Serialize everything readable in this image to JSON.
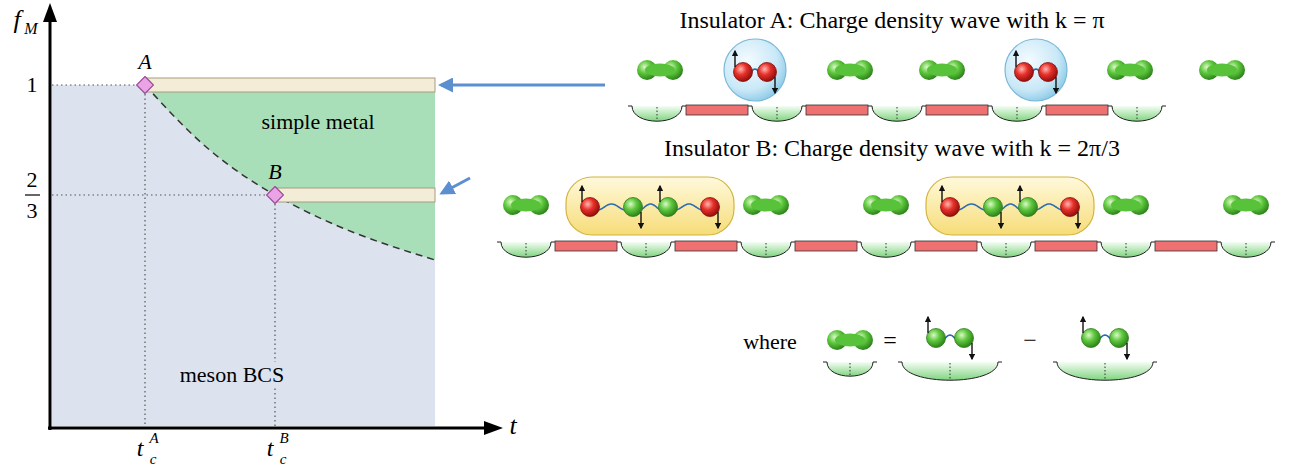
{
  "diagram": {
    "nodes": [
      {
        "text": [
          "simple metal"
        ]
      },
      {
        "text": [
          "meson BCS"
        ]
      },
      {
        "text": [
          "A"
        ]
      },
      {
        "text": [
          "B"
        ]
      }
    ],
    "labels": [
      "f",
      "M",
      "1",
      "2",
      "3",
      "t",
      "t",
      "c",
      "A",
      "t",
      "c",
      "B",
      "Insulator A: Charge density wave with k = π",
      "Insulator B: Charge density wave with k = 2π/3",
      "where",
      "=",
      "−"
    ]
  }
}
